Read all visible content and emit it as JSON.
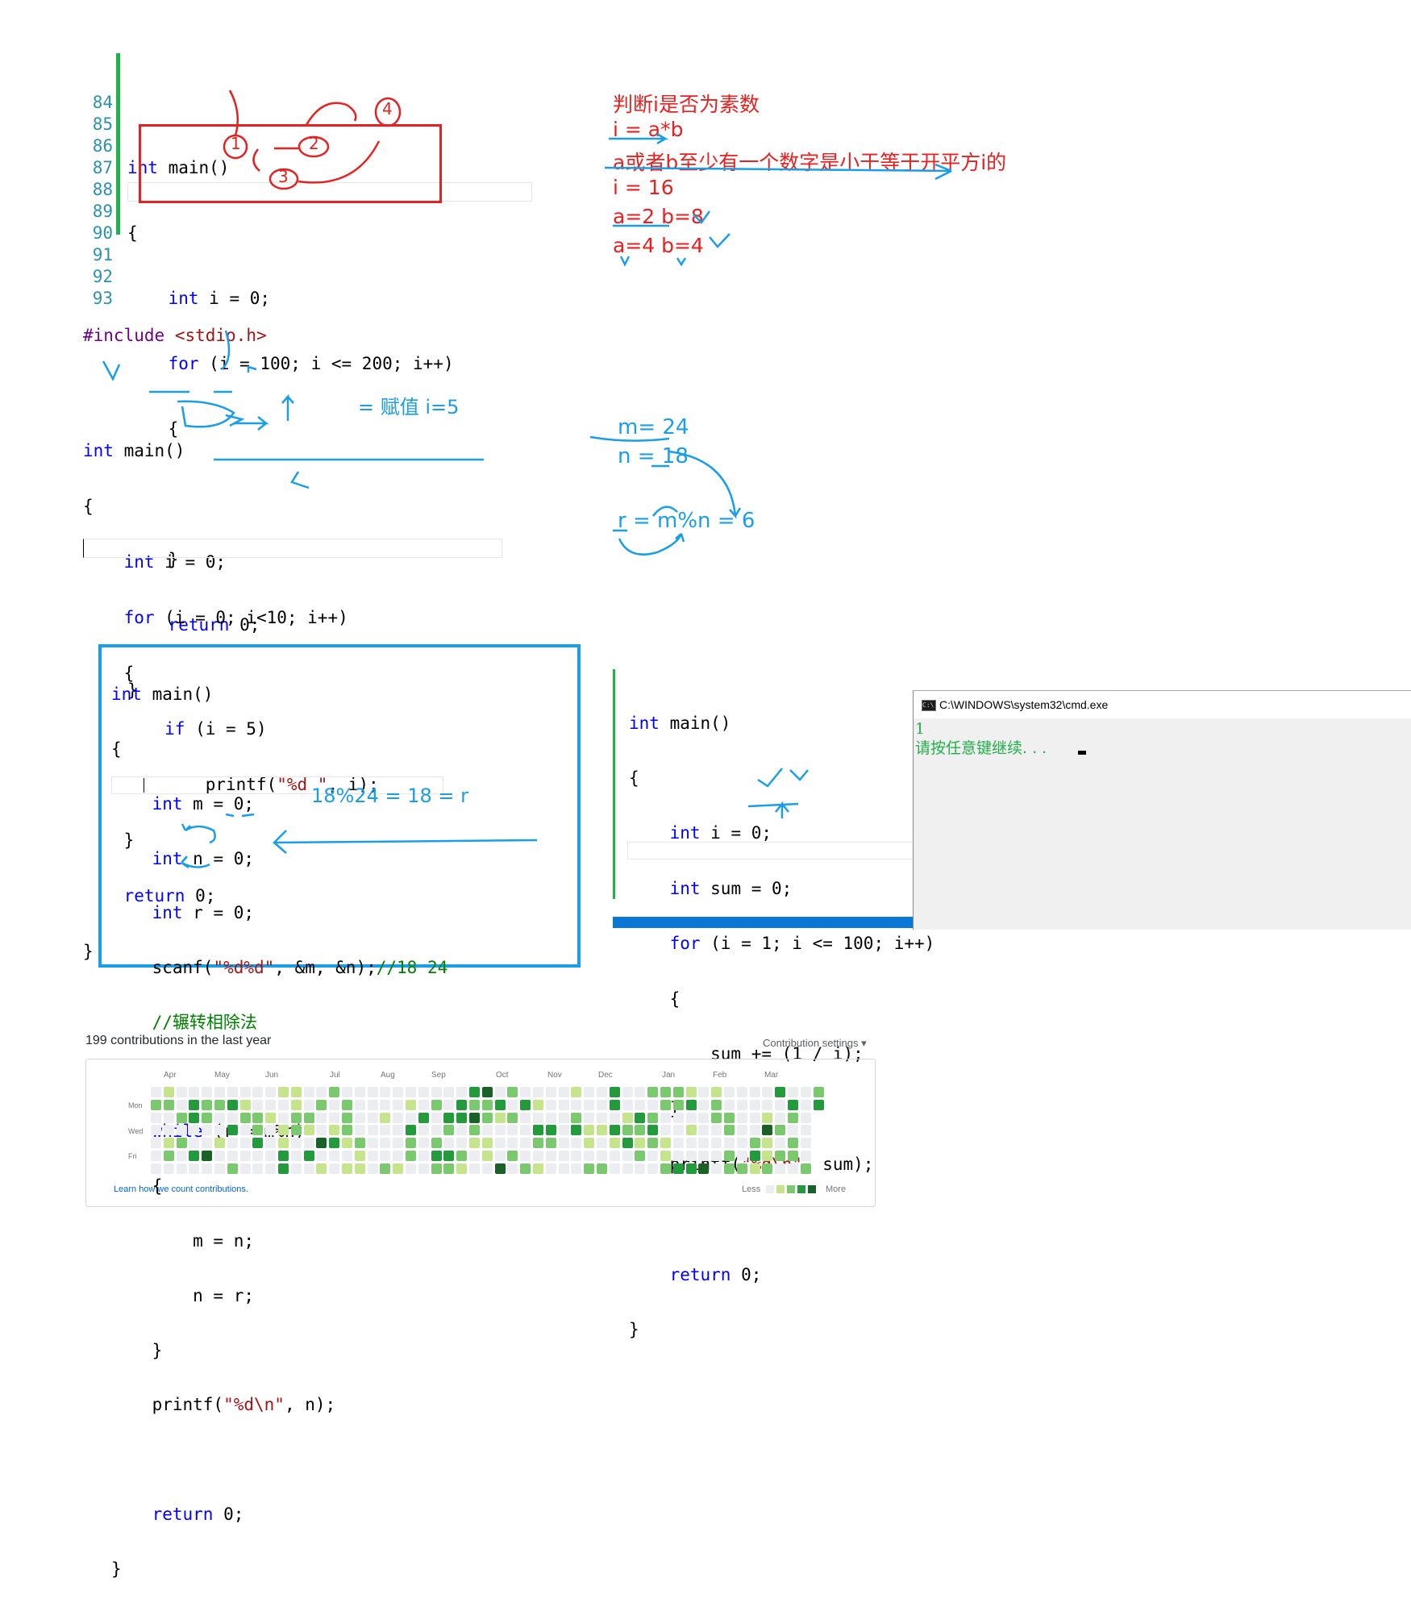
{
  "panel1": {
    "line_numbers": [
      "84",
      "85",
      "86",
      "87",
      "88",
      "89",
      "90",
      "91",
      "92",
      "93"
    ],
    "lines": [
      "",
      "int main()",
      "{",
      "    int i = 0;",
      "    for (i = 100; i <= 200; i++)",
      "    {",
      "",
      "    }",
      "    return 0;",
      "}"
    ]
  },
  "notes1": {
    "l1": "判断i是否为素数",
    "l2": "i = a*b",
    "l3": "a或者b至少有一个数字是小于等于开平方i的",
    "l4": "i = 16",
    "l5": "a=2 b=8",
    "l6": "a=4 b=4",
    "circles": [
      "1",
      "2",
      "3",
      "4"
    ]
  },
  "panel2": {
    "include": "#include",
    "header": "<stdio.h>",
    "lines": [
      "int main()",
      "{",
      "    int i = 0;",
      "    for (i = 0; i<10; i++)",
      "    {",
      "        if (i = 5)",
      "            printf(\"%d \", i);",
      "    }",
      "    return 0;",
      "}"
    ],
    "note": "= 赋值   i=5"
  },
  "notes2": {
    "m": "m= 24",
    "n": "n = 18",
    "r": "r = m%n = 6"
  },
  "panel3": {
    "lines": [
      "int main()",
      "{",
      "    int m = 0;",
      "    int n = 0;",
      "    int r = 0;",
      "    scanf(\"%d%d\", &m, &n);//18 24",
      "    //辗转相除法",
      "",
      "    while (r = m%n)",
      "    {",
      "        m = n;",
      "        n = r;",
      "    }",
      "    printf(\"%d\\n\", n);",
      "",
      "    return 0;",
      "}"
    ],
    "note": "18%24 = 18 = r"
  },
  "panel4": {
    "lines": [
      "int main()",
      "{",
      "    int i = 0;",
      "    int sum = 0;",
      "    for (i = 1; i <= 100; i++)",
      "    {",
      "        sum += (1 / i);",
      "    }",
      "    printf(\"%d\\n\", sum);",
      "",
      "    return 0;",
      "}"
    ]
  },
  "console": {
    "title": "C:\\WINDOWS\\system32\\cmd.exe",
    "output": "1",
    "prompt": "请按任意键继续. . .",
    "icon": "cmd-icon"
  },
  "contrib": {
    "summary": "199 contributions in the last year",
    "settings": "Contribution settings",
    "months": [
      "Apr",
      "May",
      "Jun",
      "Jul",
      "Aug",
      "Sep",
      "Oct",
      "Nov",
      "Dec",
      "Jan",
      "Feb",
      "Mar"
    ],
    "days": [
      "Mon",
      "Wed",
      "Fri"
    ],
    "learn": "Learn how we count contributions.",
    "less": "Less",
    "more": "More",
    "colors": [
      "#ebedf0",
      "#c6e48b",
      "#7bc96f",
      "#239a3b",
      "#196127"
    ]
  }
}
